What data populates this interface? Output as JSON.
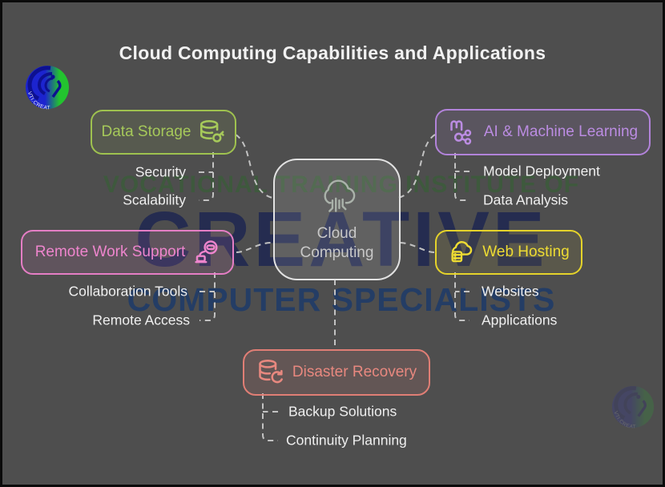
{
  "title": "Cloud Computing Capabilities and Applications",
  "logo": {
    "text": "VTI.CREATIVE-CS"
  },
  "watermark": {
    "line1": "VOCATIONAL TRAINING INSTITUTE OF",
    "line2": "CREATIVE",
    "line3": "COMPUTER SPECIALISTS"
  },
  "center": {
    "label": "Cloud Computing",
    "icon": "cloud-data-streams-icon"
  },
  "branches": [
    {
      "id": "data-storage",
      "label": "Data Storage",
      "icon": "database-key-icon",
      "color": "#a6c95a",
      "children": [
        "Security",
        "Scalability"
      ]
    },
    {
      "id": "ai-machine-learning",
      "label": "AI & Machine Learning",
      "icon": "brain-share-icon",
      "color": "#b88ae0",
      "children": [
        "Model Deployment",
        "Data Analysis"
      ]
    },
    {
      "id": "remote-work-support",
      "label": "Remote Work Support",
      "icon": "remote-workstation-icon",
      "color": "#ea82cb",
      "children": [
        "Collaboration Tools",
        "Remote Access"
      ]
    },
    {
      "id": "web-hosting",
      "label": "Web Hosting",
      "icon": "cloud-server-icon",
      "color": "#ecda30",
      "children": [
        "Websites",
        "Applications"
      ]
    },
    {
      "id": "disaster-recovery",
      "label": "Disaster Recovery",
      "icon": "database-restore-icon",
      "color": "#e6857c",
      "children": [
        "Backup Solutions",
        "Continuity Planning"
      ]
    }
  ],
  "colors": {
    "background": "#4e4e4e",
    "title_text": "#f1f1f1",
    "leaf_text": "#efefef",
    "connector": "#c2c2c2",
    "center_border": "#e2e2e2",
    "center_text": "#c8c8c8",
    "watermark_green": "#3a5c38",
    "watermark_navy": "#222950",
    "watermark_blue": "#213c67"
  }
}
